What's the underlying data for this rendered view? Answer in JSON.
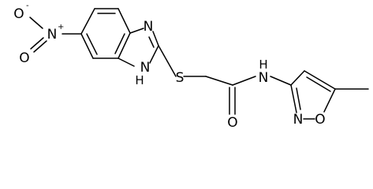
{
  "molecule": {
    "atoms": {
      "o_minus": "O",
      "o_minus_charge": "-",
      "n_nitro": "N",
      "n_nitro_charge": "+",
      "o_double": "O",
      "n_imine": "N",
      "n_h": "N",
      "n_h_h": "H",
      "s": "S",
      "o_carbonyl": "O",
      "n_amide": "N",
      "n_amide_h": "H",
      "n_isox": "N",
      "o_isox": "O"
    },
    "colors": {
      "ink": "#000000",
      "background": "#ffffff"
    }
  }
}
